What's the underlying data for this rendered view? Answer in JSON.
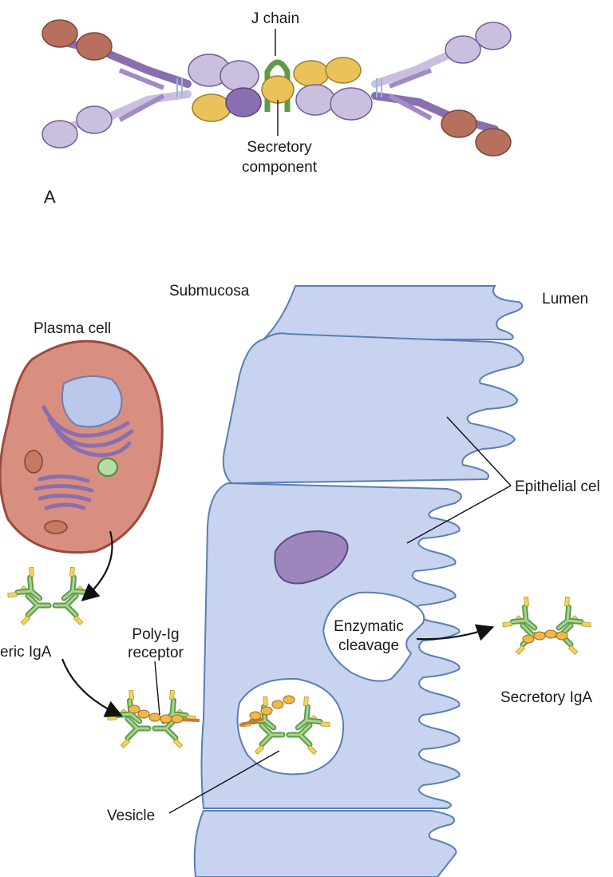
{
  "panel_a": {
    "panel_letter": "A",
    "j_chain_label": "J chain",
    "secretory_component_label_line1": "Secretory",
    "secretory_component_label_line2": "component"
  },
  "panel_b": {
    "submucosa_label": "Submucosa",
    "lumen_label": "Lumen",
    "plasma_cell_label": "Plasma cell",
    "epithelial_cell_label": "Epithelial cel",
    "dimeric_iga_label": "eric IgA",
    "poly_ig_receptor_line1": "Poly-Ig",
    "poly_ig_receptor_line2": "receptor",
    "enzymatic_cleavage_line1": "Enzymatic",
    "enzymatic_cleavage_line2": "cleavage",
    "secretory_iga_label": "Secretory IgA",
    "vesicle_label": "Vesicle"
  },
  "colors": {
    "heavy_chain_purple": "#8a6fb0",
    "light_chain_lavender": "#cbbfe0",
    "terminal_domain_rust": "#b8705e",
    "secretory_component_gold": "#e9c25a",
    "j_chain_green": "#5f9a4a",
    "epithelium_blue": "#c7d3ef",
    "epithelium_outline": "#5a7fb3",
    "plasma_cell_fill": "#d98f7f",
    "plasma_cell_outline": "#9c4a3e",
    "igg_green": "#8cc07a",
    "igg_yellow": "#f3d35e"
  }
}
